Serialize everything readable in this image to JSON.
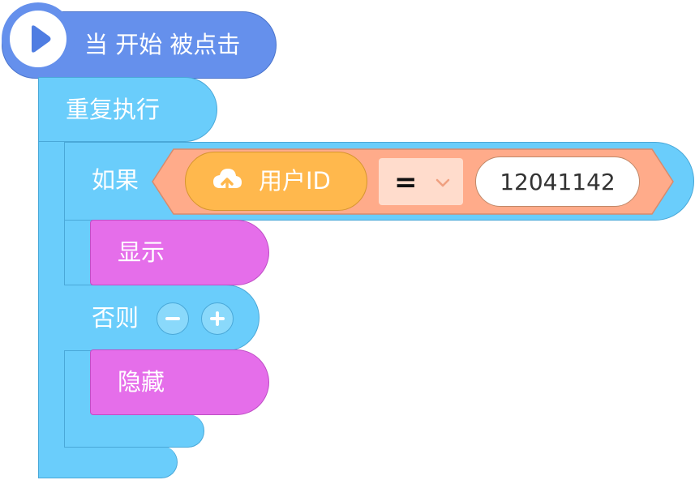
{
  "blocks": {
    "event": {
      "label": "当 开始 被点击",
      "icon": "play-flag-icon"
    },
    "forever": {
      "label": "重复执行"
    },
    "if_else": {
      "if_label": "如果",
      "else_label": "否则",
      "condition": {
        "variable": {
          "label": "用户ID",
          "icon": "cloud-upload-icon"
        },
        "operator": "=",
        "value": "12041142"
      }
    },
    "then_block": {
      "label": "显示"
    },
    "else_block": {
      "label": "隐藏"
    }
  },
  "colors": {
    "event": "#6590ec",
    "control": "#6acdfb",
    "looks": "#e56eea",
    "operator": "#ffab8a",
    "variable": "#ffb84d"
  }
}
